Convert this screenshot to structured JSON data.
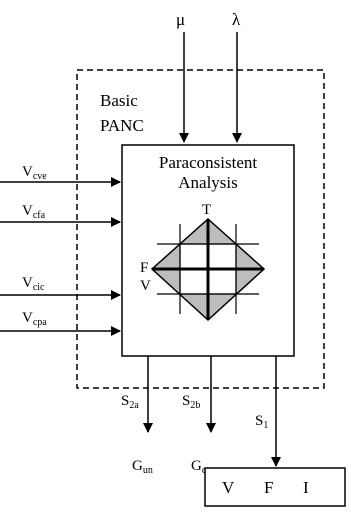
{
  "inputs_top": {
    "mu": "μ",
    "lambda": "λ"
  },
  "block_label": {
    "line1": "Basic",
    "line2": "PANC"
  },
  "analysis": {
    "line1": "Paraconsistent",
    "line2": "Analysis"
  },
  "lattice": {
    "top": "T",
    "left_f": "F",
    "left_v": "V"
  },
  "inputs_left": [
    {
      "main": "V",
      "sub": "cve"
    },
    {
      "main": "V",
      "sub": "cfa"
    },
    {
      "main": "V",
      "sub": "cic"
    },
    {
      "main": "V",
      "sub": "cpa"
    }
  ],
  "outputs": [
    {
      "main": "S",
      "sub": "2a"
    },
    {
      "main": "S",
      "sub": "2b"
    },
    {
      "main": "S",
      "sub": "1"
    }
  ],
  "gates": [
    {
      "main": "G",
      "sub": "un"
    },
    {
      "main": "G",
      "sub": "ce"
    }
  ],
  "result_box": {
    "v": "V",
    "f": "F",
    "i": "I"
  },
  "colors": {
    "lattice_fill": "#bdbdbd",
    "line": "#000000",
    "t_label": "#2a1a6e"
  }
}
